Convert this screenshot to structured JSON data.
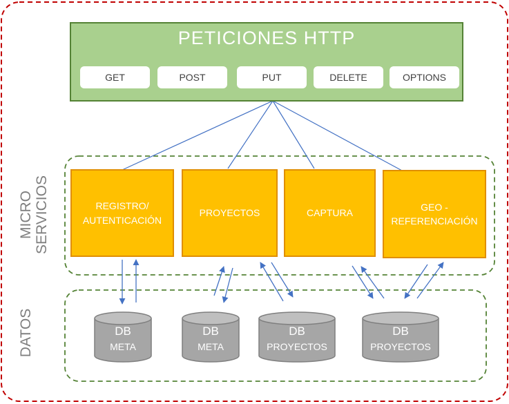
{
  "http": {
    "title": "PETICIONES HTTP",
    "methods": [
      "GET",
      "POST",
      "PUT",
      "DELETE",
      "OPTIONS"
    ]
  },
  "sections": {
    "micro_line1": "MICRO",
    "micro_line2": "SERVICIOS",
    "datos": "DATOS"
  },
  "services": [
    {
      "line1": "REGISTRO/",
      "line2": "AUTENTICACIÓN"
    },
    {
      "line1": "PROYECTOS",
      "line2": ""
    },
    {
      "line1": "CAPTURA",
      "line2": ""
    },
    {
      "line1": "GEO -",
      "line2": "REFERENCIACIÓN"
    }
  ],
  "databases": [
    {
      "name": "DB",
      "sub": "META"
    },
    {
      "name": "DB",
      "sub": "META"
    },
    {
      "name": "DB",
      "sub": "PROYECTOS"
    },
    {
      "name": "DB",
      "sub": "PROYECTOS"
    }
  ],
  "colors": {
    "outer_border": "#c00000",
    "group_border": "#548235",
    "http_fill": "#a9d08e",
    "service_fill": "#ffc000",
    "db_fill": "#a6a6a6",
    "db_border": "#7f7f7f",
    "connector": "#4472c4"
  }
}
